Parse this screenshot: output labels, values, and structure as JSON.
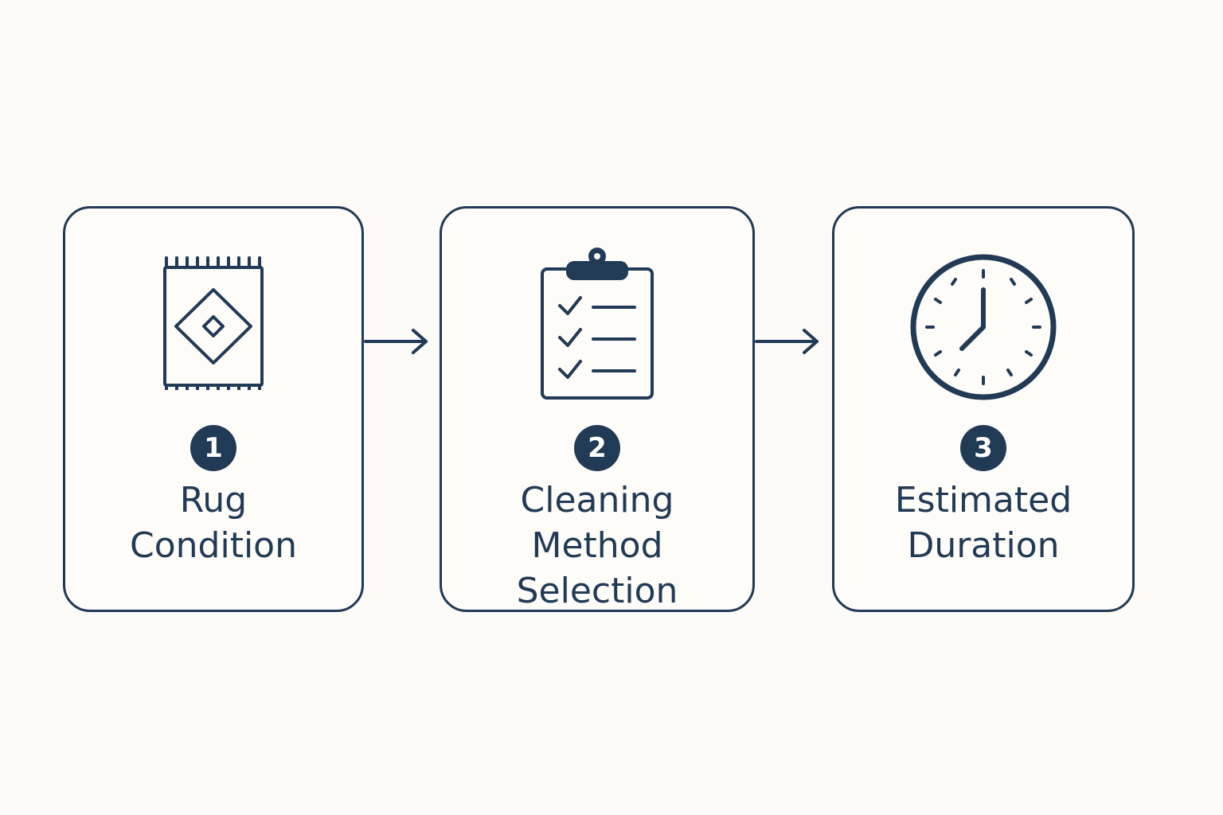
{
  "steps": [
    {
      "number": "1",
      "label_lines": [
        "Rug",
        "Condition"
      ],
      "icon": "rug-icon"
    },
    {
      "number": "2",
      "label_lines": [
        "Cleaning",
        "Method",
        "Selection"
      ],
      "icon": "clipboard-checklist-icon"
    },
    {
      "number": "3",
      "label_lines": [
        "Estimated",
        "Duration"
      ],
      "icon": "clock-icon"
    }
  ],
  "colors": {
    "primary": "#213a55",
    "background": "#fcfbf8",
    "badge_text": "#ffffff"
  }
}
